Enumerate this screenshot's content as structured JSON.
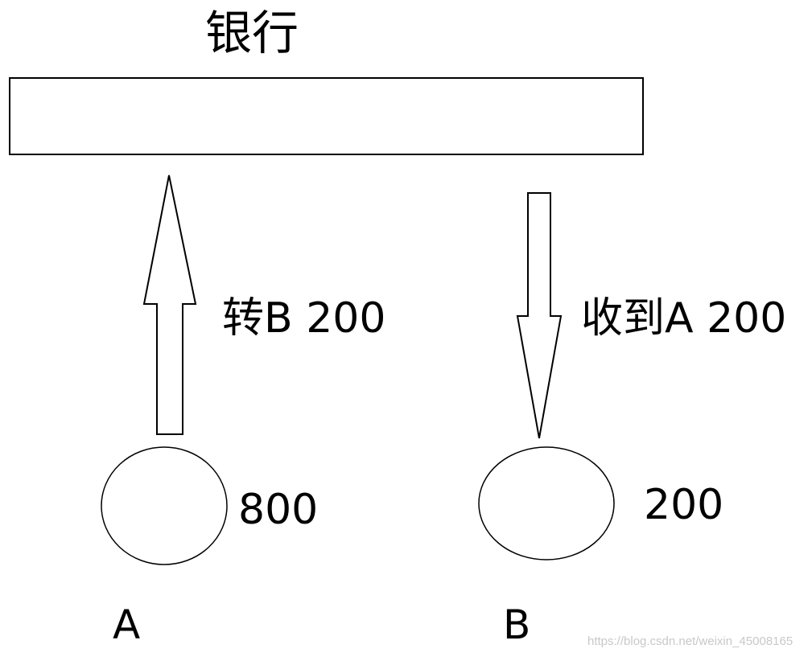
{
  "bank": {
    "title": "银行"
  },
  "flows": {
    "transfer_out": "转B 200",
    "received_in": "收到A 200"
  },
  "accounts": [
    {
      "name": "A",
      "balance": "800"
    },
    {
      "name": "B",
      "balance": "200"
    }
  ],
  "watermark": "https://blog.csdn.net/weixin_45008165",
  "colors": {
    "stroke": "#000000",
    "background": "#ffffff",
    "watermark": "#c8c8c8"
  }
}
